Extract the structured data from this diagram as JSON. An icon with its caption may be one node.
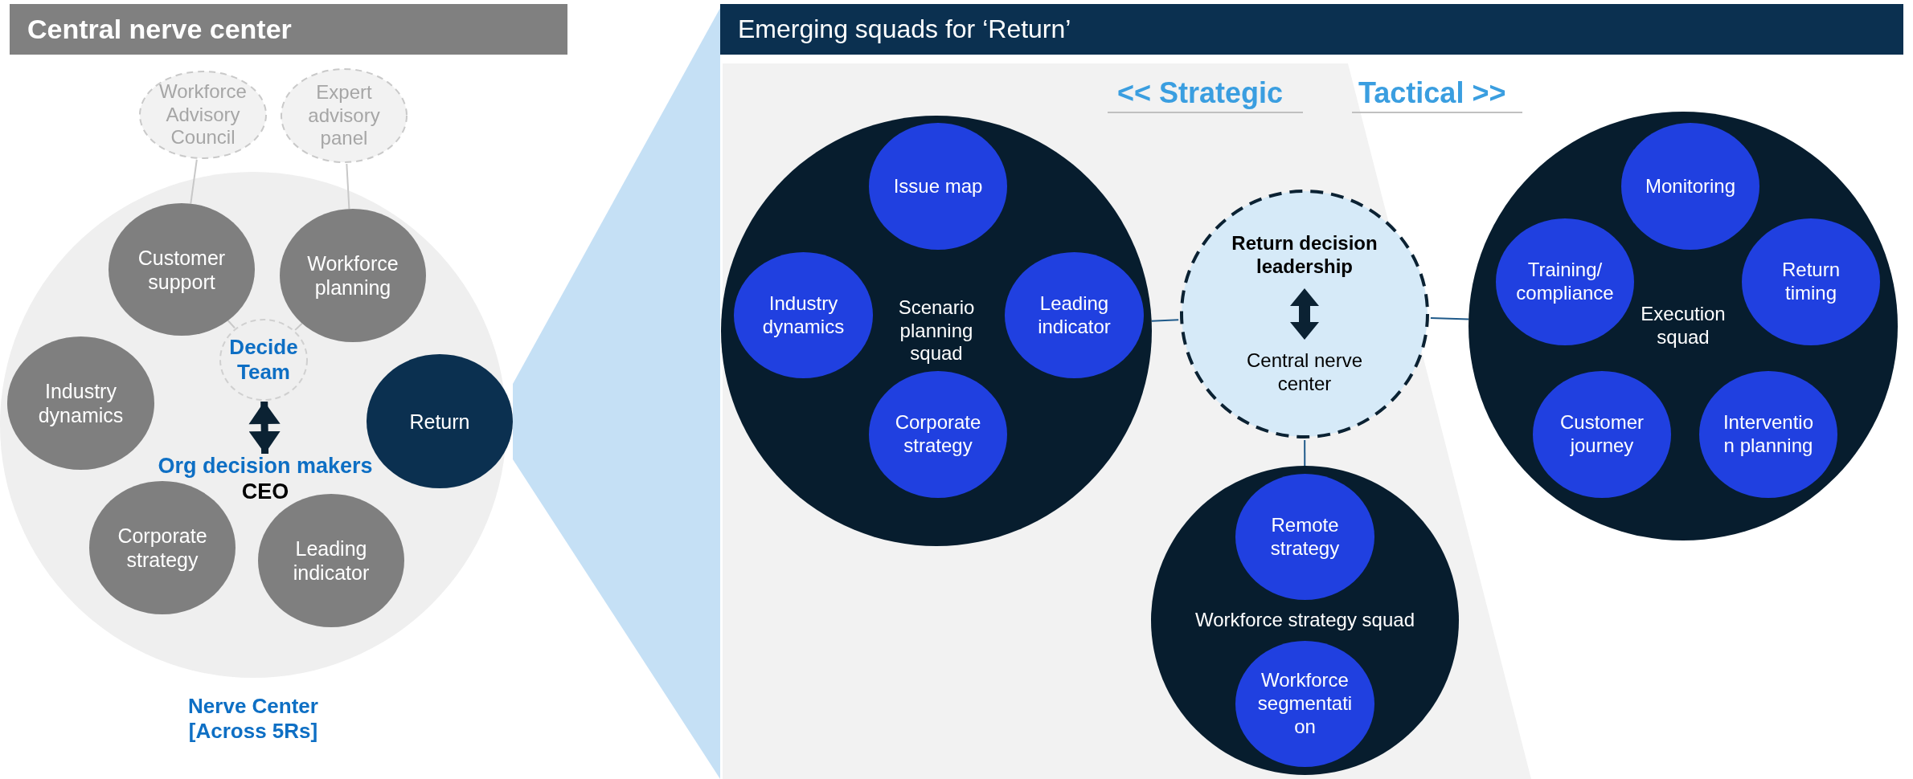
{
  "diagram": {
    "nodes": [
      {
        "text": [
          "Nerve Center [Across 5Rs]"
        ]
      },
      {
        "text": [
          "Workforce Advisory Council"
        ]
      },
      {
        "text": [
          "Expert advisory panel"
        ]
      },
      {
        "text": [
          "Customer support"
        ],
        "in": 0
      },
      {
        "text": [
          "Workforce planning"
        ],
        "in": 0
      },
      {
        "text": [
          "Decide Team"
        ],
        "in": 0
      },
      {
        "text": [
          "Industry dynamics"
        ],
        "in": 0
      },
      {
        "text": [
          "Return"
        ],
        "in": 0
      },
      {
        "text": [
          "Corporate strategy"
        ],
        "in": 0
      },
      {
        "text": [
          "Leading indicator"
        ],
        "in": 0
      },
      {
        "text": [
          "Org decision makers",
          "CEO"
        ],
        "in": 0
      },
      {
        "text": [
          "Scenario planning squad"
        ]
      },
      {
        "text": [
          "Issue map"
        ],
        "in": 11
      },
      {
        "text": [
          "Industry dynamics"
        ],
        "in": 11
      },
      {
        "text": [
          "Leading indicator"
        ],
        "in": 11
      },
      {
        "text": [
          "Corporate strategy"
        ],
        "in": 11
      },
      {
        "text": [
          "Return decision leadership",
          "Central nerve center"
        ]
      },
      {
        "text": [
          "Execution squad"
        ]
      },
      {
        "text": [
          "Monitoring"
        ],
        "in": 17
      },
      {
        "text": [
          "Training/ compliance"
        ],
        "in": 17
      },
      {
        "text": [
          "Return timing"
        ],
        "in": 17
      },
      {
        "text": [
          "Customer journey"
        ],
        "in": 17
      },
      {
        "text": [
          "Intervention planning"
        ],
        "in": 17
      },
      {
        "text": [
          "Workforce strategy squad"
        ]
      },
      {
        "text": [
          "Remote strategy"
        ],
        "in": 23
      },
      {
        "text": [
          "Workforce segmentation"
        ],
        "in": 23
      },
      {
        "text": [],
        "shape": "wedge"
      }
    ],
    "edges": [
      {
        "from": 1,
        "to": 3,
        "arrow": "none",
        "color": "#c8c8c8"
      },
      {
        "from": 3,
        "to": 5,
        "arrow": "none",
        "color": "#c8c8c8"
      },
      {
        "from": 2,
        "to": 4,
        "arrow": "none",
        "color": "#c8c8c8"
      },
      {
        "from": 4,
        "to": 5,
        "arrow": "none",
        "color": "#c8c8c8"
      },
      {
        "from": 5,
        "to": 10,
        "arrow": "both",
        "style": "thick",
        "color": "#0b2233"
      },
      {
        "from": 11,
        "to": 16,
        "arrow": "none",
        "color": "#1f5a8a"
      },
      {
        "from": 16,
        "to": 17,
        "arrow": "none",
        "color": "#1f5a8a"
      },
      {
        "from": 16,
        "to": 23,
        "arrow": "none",
        "color": "#1f5a8a"
      }
    ],
    "labels": [
      "Central nerve center",
      "Emerging squads for ‘Return’",
      "<< Strategic",
      "Tactical >>"
    ]
  }
}
